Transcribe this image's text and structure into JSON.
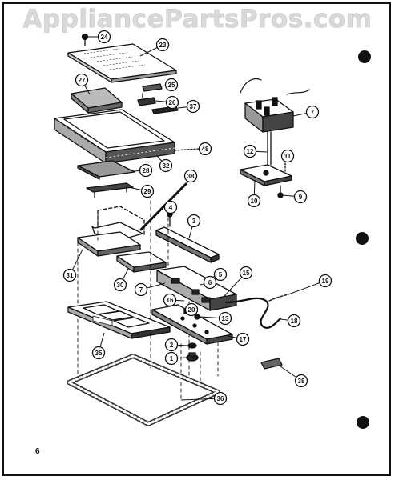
{
  "watermark": "AppliancePartsPros.com",
  "page_number": "6",
  "callouts": [
    {
      "id": "c24",
      "label": "24"
    },
    {
      "id": "c23",
      "label": "23"
    },
    {
      "id": "c27",
      "label": "27"
    },
    {
      "id": "c25",
      "label": "25"
    },
    {
      "id": "c26",
      "label": "26"
    },
    {
      "id": "c37",
      "label": "37"
    },
    {
      "id": "c48",
      "label": "48"
    },
    {
      "id": "c32",
      "label": "32"
    },
    {
      "id": "c28",
      "label": "28"
    },
    {
      "id": "c29",
      "label": "29"
    },
    {
      "id": "c38a",
      "label": "38"
    },
    {
      "id": "c4",
      "label": "4"
    },
    {
      "id": "c3",
      "label": "3"
    },
    {
      "id": "c31",
      "label": "31"
    },
    {
      "id": "c30",
      "label": "30"
    },
    {
      "id": "c5",
      "label": "5"
    },
    {
      "id": "c6",
      "label": "6"
    },
    {
      "id": "c7a",
      "label": "7"
    },
    {
      "id": "c15",
      "label": "15"
    },
    {
      "id": "c16",
      "label": "16"
    },
    {
      "id": "c19",
      "label": "19"
    },
    {
      "id": "c20",
      "label": "20"
    },
    {
      "id": "c13",
      "label": "13"
    },
    {
      "id": "c18",
      "label": "18"
    },
    {
      "id": "c17",
      "label": "17"
    },
    {
      "id": "c35",
      "label": "35"
    },
    {
      "id": "c2",
      "label": "2"
    },
    {
      "id": "c1",
      "label": "1"
    },
    {
      "id": "c36",
      "label": "36"
    },
    {
      "id": "c38b",
      "label": "38"
    },
    {
      "id": "c7b",
      "label": "7"
    },
    {
      "id": "c12",
      "label": "12"
    },
    {
      "id": "c11",
      "label": "11"
    },
    {
      "id": "c10",
      "label": "10"
    },
    {
      "id": "c9",
      "label": "9"
    }
  ]
}
